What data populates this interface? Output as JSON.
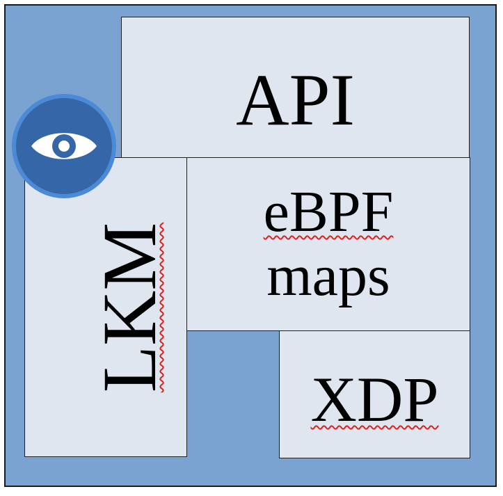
{
  "blocks": {
    "api": "API",
    "ebpf_line1": "eBPF",
    "ebpf_line2": "maps",
    "lkm": "LKM",
    "xdp": "XDP"
  },
  "badge": {
    "icon": "eye-icon"
  },
  "colors": {
    "background": "#7aa3d1",
    "block_fill": "#dfe6f0",
    "badge_fill": "#3566a7",
    "badge_ring": "#4b8ad6",
    "spellcheck_underline": "#e0201c"
  }
}
